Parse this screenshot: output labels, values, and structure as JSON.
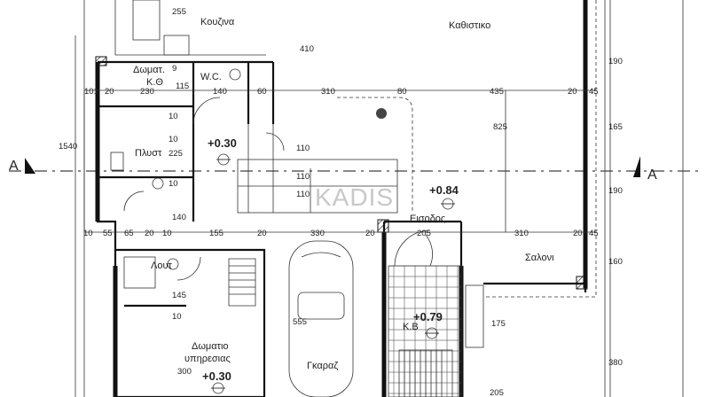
{
  "rooms": {
    "kitchen": "Κουζινα",
    "living": "Καθιστικο",
    "maid_room": "Δωματ.",
    "maid_room_sub": "Κ.Θ",
    "wc": "W.C.",
    "laundry": "Πλυστ",
    "entrance": "Εισοδος",
    "salon": "Σαλονι",
    "bathroom": "Λουτ",
    "service_room": "Δωματιο",
    "service_room_sub": "υπηρεσιας",
    "garage": "Γκαραζ",
    "storage": "Κ.Β"
  },
  "levels": {
    "hall": "+0.30",
    "entrance": "+0.84",
    "porch": "+0.79",
    "service": "+0.30"
  },
  "section_marks": {
    "left": "A",
    "right": "A"
  },
  "watermark": "KADIS",
  "dimensions": {
    "d255": "255",
    "d410": "410",
    "d190a": "190",
    "d165": "165",
    "d190b": "190",
    "d160": "160",
    "d380": "380",
    "d101": "101",
    "d20a": "20",
    "d230": "230",
    "d115": "115",
    "d140a": "140",
    "d60": "60",
    "d310a": "310",
    "d80": "80",
    "d435": "435",
    "d20b": "20",
    "d45a": "45",
    "d825": "825",
    "d1540": "1540",
    "d110a": "110",
    "d225": "225",
    "d110b": "110",
    "d110c": "110",
    "d140b": "140",
    "d10a": "10",
    "d55": "55",
    "d65": "65",
    "d20c": "20",
    "d10b": "10",
    "d155": "155",
    "d20d": "20",
    "d330": "330",
    "d20e": "20",
    "d205a": "205",
    "d310b": "310",
    "d20f": "20",
    "d45b": "45",
    "d145": "145",
    "d10c": "10",
    "d555": "555",
    "d175": "175",
    "d300": "300",
    "d205b": "205",
    "d9": "9",
    "d10d": "10",
    "d10e": "10",
    "d10f": "10"
  }
}
